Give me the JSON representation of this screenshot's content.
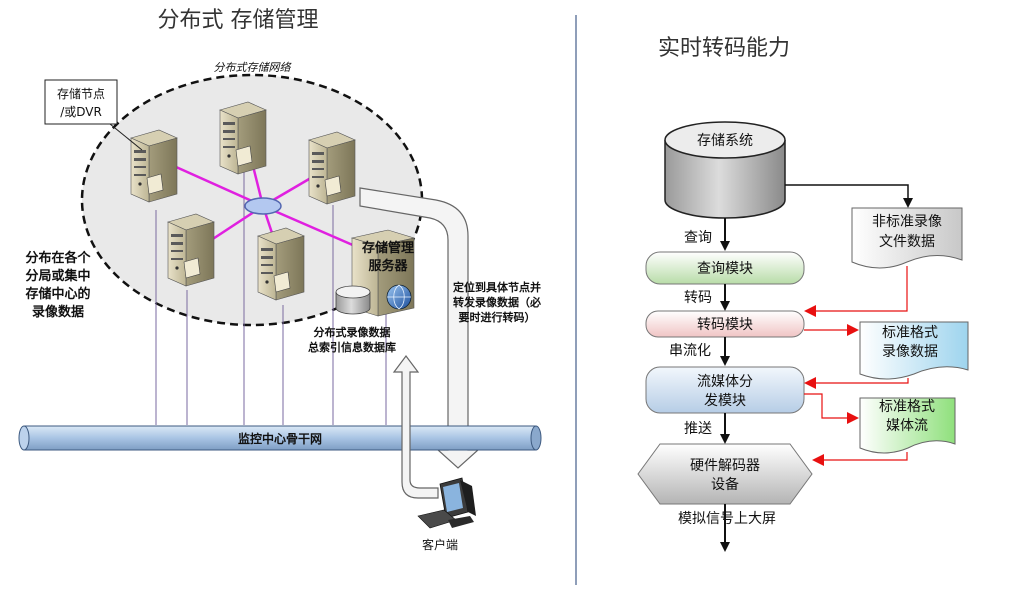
{
  "left": {
    "title": "分布式 存储管理",
    "network_label": "分布式存储网络",
    "callout_node": [
      "存储节点",
      "/或DVR"
    ],
    "side_label": [
      "分布在各个",
      "分局或集中",
      "存储中心的",
      "录像数据"
    ],
    "mgmt_server": [
      "存储管理",
      "服务器"
    ],
    "index_db": [
      "分布式录像数据",
      "总索引信息数据库"
    ],
    "transcode_note": [
      "定位到具体节点并",
      "转发录像数据（必",
      "要时进行转码）"
    ],
    "backbone": "监控中心骨干网",
    "client": "客户端"
  },
  "right": {
    "title": "实时转码能力",
    "storage_system": "存储系统",
    "edge_query": "查询",
    "query_module": "查询模块",
    "edge_transcode": "转码",
    "transcode_module": "转码模块",
    "edge_serialize": "串流化",
    "stream_module": [
      "流媒体分",
      "发模块"
    ],
    "edge_push": "推送",
    "decoder": [
      "硬件解码器",
      "设备"
    ],
    "output": "模拟信号上大屏",
    "nonstandard": [
      "非标准录像",
      "文件数据"
    ],
    "standard_files": [
      "标准格式",
      "录像数据"
    ],
    "standard_stream": [
      "标准格式",
      "媒体流"
    ]
  },
  "colors": {
    "link": "#e020e0",
    "arrow_red": "#e81010",
    "backbone": "#a9c4e4",
    "query_fill": "#cfe7c4",
    "transcode_fill": "#f6d6d6",
    "stream_fill": "#cddff0",
    "standard_files_fill": "#d3ecf8",
    "standard_stream_fill": "#c8f0c0"
  }
}
